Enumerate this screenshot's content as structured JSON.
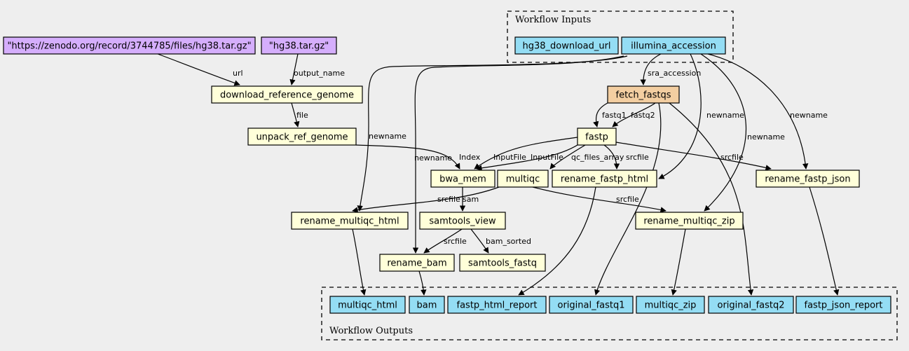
{
  "colors": {
    "background": "#eeeeee",
    "input": "#94ddf4",
    "step": "#ffffd9",
    "tool": "#f3cea1",
    "constant": "#d5aefc",
    "output": "#94ddf4"
  },
  "clusters": {
    "inputs": {
      "label": "Workflow Inputs"
    },
    "outputs": {
      "label": "Workflow Outputs"
    }
  },
  "nodes": [
    {
      "id": "const_url",
      "label": "\"https://zenodo.org/record/3744785/files/hg38.tar.gz\"",
      "kind": "constant"
    },
    {
      "id": "const_name",
      "label": "\"hg38.tar.gz\"",
      "kind": "constant"
    },
    {
      "id": "in_url",
      "label": "hg38_download_url",
      "kind": "input"
    },
    {
      "id": "in_acc",
      "label": "illumina_accession",
      "kind": "input"
    },
    {
      "id": "download",
      "label": "download_reference_genome",
      "kind": "step"
    },
    {
      "id": "unpack",
      "label": "unpack_ref_genome",
      "kind": "step"
    },
    {
      "id": "fetch",
      "label": "fetch_fastqs",
      "kind": "tool"
    },
    {
      "id": "fastp",
      "label": "fastp",
      "kind": "step"
    },
    {
      "id": "bwa",
      "label": "bwa_mem",
      "kind": "step"
    },
    {
      "id": "multiqc",
      "label": "multiqc",
      "kind": "step"
    },
    {
      "id": "rfh",
      "label": "rename_fastp_html",
      "kind": "step"
    },
    {
      "id": "rfj",
      "label": "rename_fastp_json",
      "kind": "step"
    },
    {
      "id": "rmh",
      "label": "rename_multiqc_html",
      "kind": "step"
    },
    {
      "id": "stv",
      "label": "samtools_view",
      "kind": "step"
    },
    {
      "id": "rmz",
      "label": "rename_multiqc_zip",
      "kind": "step"
    },
    {
      "id": "rbam",
      "label": "rename_bam",
      "kind": "step"
    },
    {
      "id": "stf",
      "label": "samtools_fastq",
      "kind": "step"
    },
    {
      "id": "out_mh",
      "label": "multiqc_html",
      "kind": "output"
    },
    {
      "id": "out_bam",
      "label": "bam",
      "kind": "output"
    },
    {
      "id": "out_fhr",
      "label": "fastp_html_report",
      "kind": "output"
    },
    {
      "id": "out_of1",
      "label": "original_fastq1",
      "kind": "output"
    },
    {
      "id": "out_mz",
      "label": "multiqc_zip",
      "kind": "output"
    },
    {
      "id": "out_of2",
      "label": "original_fastq2",
      "kind": "output"
    },
    {
      "id": "out_fjr",
      "label": "fastp_json_report",
      "kind": "output"
    }
  ],
  "edges": [
    {
      "from": "const_url",
      "to": "download",
      "label": "url"
    },
    {
      "from": "const_name",
      "to": "download",
      "label": "output_name"
    },
    {
      "from": "download",
      "to": "unpack",
      "label": "file"
    },
    {
      "from": "in_acc",
      "to": "fetch",
      "label": "sra_accession"
    },
    {
      "from": "fetch",
      "to": "fastp",
      "label": "fastq1"
    },
    {
      "from": "fetch",
      "to": "fastp",
      "label": "fastq2"
    },
    {
      "from": "in_acc",
      "to": "rmh",
      "label": "newname"
    },
    {
      "from": "in_acc",
      "to": "rbam",
      "label": "newname"
    },
    {
      "from": "in_acc",
      "to": "rfh",
      "label": "newname"
    },
    {
      "from": "in_acc",
      "to": "rmz",
      "label": "newname"
    },
    {
      "from": "in_acc",
      "to": "rfj",
      "label": "newname"
    },
    {
      "from": "unpack",
      "to": "bwa",
      "label": "Index"
    },
    {
      "from": "fastp",
      "to": "bwa",
      "label": "InputFile"
    },
    {
      "from": "fastp",
      "to": "bwa",
      "label": "InputFile"
    },
    {
      "from": "fastp",
      "to": "multiqc",
      "label": "qc_files_array"
    },
    {
      "from": "fastp",
      "to": "rfh",
      "label": "srcfile"
    },
    {
      "from": "fastp",
      "to": "rfj",
      "label": "srcfile"
    },
    {
      "from": "multiqc",
      "to": "rmh",
      "label": "srcfile"
    },
    {
      "from": "bwa",
      "to": "stv",
      "label": "sam"
    },
    {
      "from": "multiqc",
      "to": "rmz",
      "label": "srcfile"
    },
    {
      "from": "stv",
      "to": "rbam",
      "label": "srcfile"
    },
    {
      "from": "stv",
      "to": "stf",
      "label": "bam_sorted"
    },
    {
      "from": "rmh",
      "to": "out_mh",
      "label": ""
    },
    {
      "from": "rbam",
      "to": "out_bam",
      "label": ""
    },
    {
      "from": "rfh",
      "to": "out_fhr",
      "label": ""
    },
    {
      "from": "fetch",
      "to": "out_of1",
      "label": ""
    },
    {
      "from": "rmz",
      "to": "out_mz",
      "label": ""
    },
    {
      "from": "fetch",
      "to": "out_of2",
      "label": ""
    },
    {
      "from": "rfj",
      "to": "out_fjr",
      "label": ""
    }
  ]
}
